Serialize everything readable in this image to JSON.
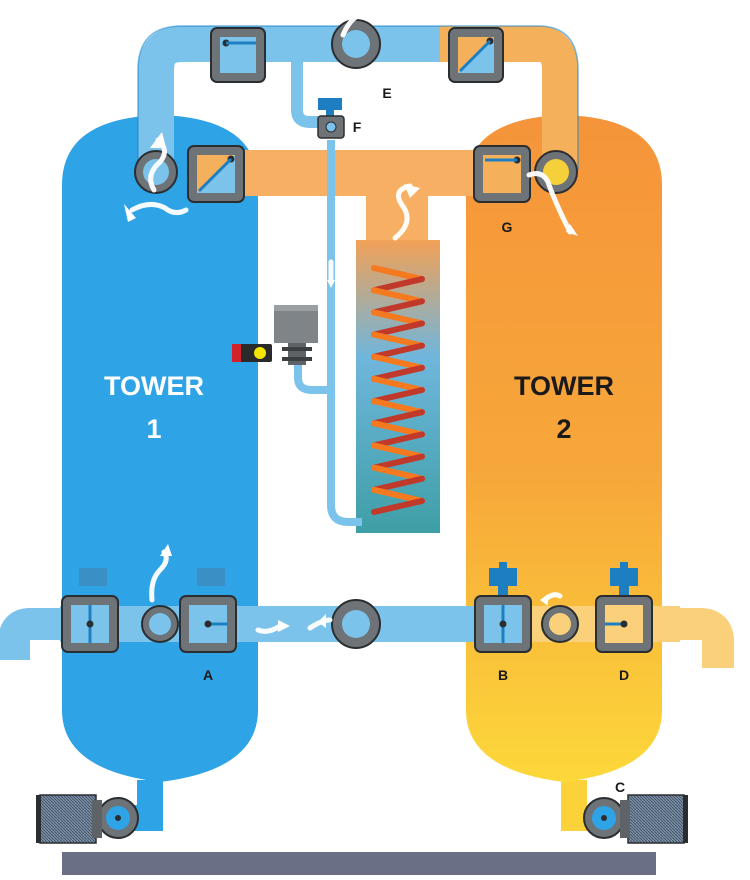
{
  "towers": {
    "tower1": {
      "line1": "TOWER",
      "line2": "1"
    },
    "tower2": {
      "line1": "TOWER",
      "line2": "2"
    }
  },
  "valves": {
    "a": "A",
    "b": "B",
    "c": "C",
    "d": "D",
    "e": "E",
    "f": "F",
    "g": "G"
  },
  "colors": {
    "tower1": "#2ea3e6",
    "tower1_dark": "#1b86c8",
    "pipe_blue": "#7cc3ec",
    "tower2_top": "#f59a3c",
    "tower2_bottom": "#fcd23a",
    "pipe_orange": "#f7b063",
    "heater_coil": "#f57a1f",
    "valve_body": "#6e7378",
    "base": "#6b6f86"
  },
  "icons": [
    "gear-icon",
    "flow-arrow-icon",
    "valve-icon",
    "filter-icon",
    "solenoid-icon",
    "heater-coil-icon"
  ]
}
